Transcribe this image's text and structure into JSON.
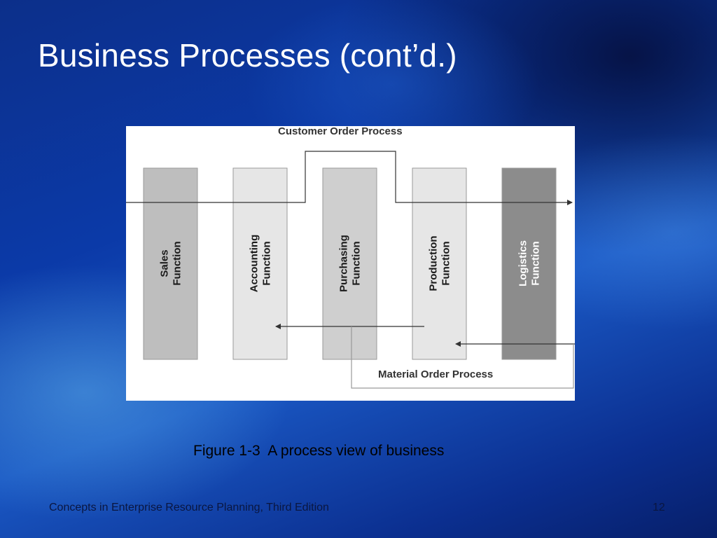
{
  "slide": {
    "title": "Business Processes (cont’d.)",
    "caption": "Figure 1-3  A process view of business",
    "footer": "Concepts in Enterprise Resource Planning, Third Edition",
    "page_number": "12"
  },
  "diagram": {
    "customer_process_label": "Customer Order Process",
    "material_process_label": "Material Order Process",
    "functions": [
      {
        "line1": "Sales",
        "line2": "Function",
        "fill": "#bebebe",
        "text_color": "#1a1a1a"
      },
      {
        "line1": "Accounting",
        "line2": "Function",
        "fill": "#e6e6e6",
        "text_color": "#1a1a1a"
      },
      {
        "line1": "Purchasing",
        "line2": "Function",
        "fill": "#cfcfcf",
        "text_color": "#1a1a1a"
      },
      {
        "line1": "Production",
        "line2": "Function",
        "fill": "#e6e6e6",
        "text_color": "#1a1a1a"
      },
      {
        "line1": "Logistics",
        "line2": "Function",
        "fill": "#8c8c8c",
        "text_color": "#ffffff"
      }
    ]
  }
}
